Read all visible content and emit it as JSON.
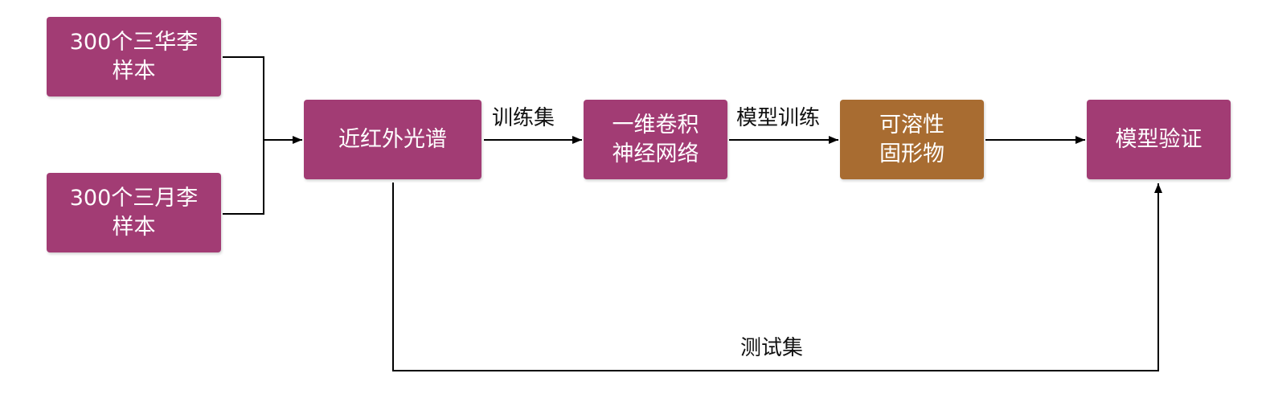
{
  "colors": {
    "node": "#A23C74",
    "highlight": "#A86C31",
    "edge": "#000000",
    "text": "#ffffff"
  },
  "nodes": {
    "sample_hua": {
      "line1": "300个三华李",
      "line2": "样本"
    },
    "sample_yue": {
      "line1": "300个三月李",
      "line2": "样本"
    },
    "nir": {
      "line1": "近红外光谱"
    },
    "cnn": {
      "line1": "一维卷积",
      "line2": "神经网络"
    },
    "ssc": {
      "line1": "可溶性",
      "line2": "固形物"
    },
    "validation": {
      "line1": "模型验证"
    }
  },
  "edge_labels": {
    "train_set": "训练集",
    "model_training": "模型训练",
    "test_set": "测试集"
  }
}
